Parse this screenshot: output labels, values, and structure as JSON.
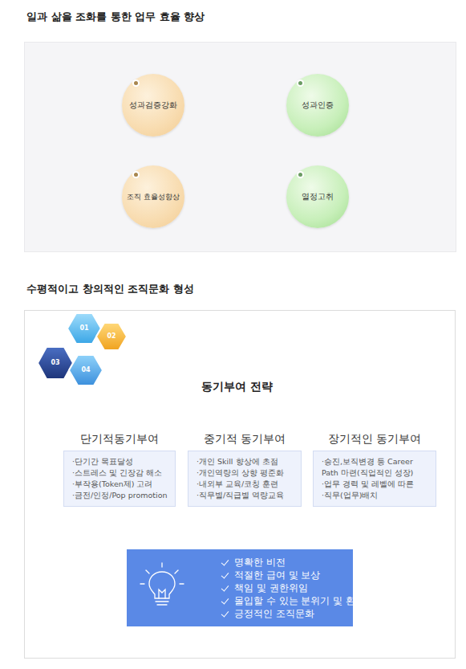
{
  "diagram": {
    "title": "일과 삶을 조화를 통한 업무 효율 향상",
    "nodes": [
      {
        "text": [
          "성과검증강화"
        ]
      },
      {
        "text": [
          "성과인증"
        ]
      },
      {
        "text": [
          "조직 효율성향상"
        ]
      },
      {
        "text": [
          "열정고취"
        ]
      },
      {
        "text": [
          "동기부여 전략"
        ]
      },
      {
        "text": [
          "단기적동기부여",
          "·단기간 목표달성",
          "·스트레스 및 긴장감 해소",
          "·부작용(Token제) 고려",
          "·금전/인정/Pop promotion"
        ],
        "in": 4
      },
      {
        "text": [
          "중기적 동기부여",
          "·개인 Skill 향상에 초점",
          "·개인역량의 상향 평준화",
          "·내외부 교육/코칭 훈련",
          "·직무별/직급별 역량교육"
        ],
        "in": 4
      },
      {
        "text": [
          "장기적인 동기부여",
          "·승진,보직변경 등 Career Path 마련(직업적인 성장)",
          "·업무 경력 및 레벨에 따른",
          "·직무(업무)배치"
        ],
        "in": 4
      },
      {
        "text": [
          "명확한 비전",
          "적절한 급여 및 보상",
          "책임 및 권한위임",
          "몰입할 수 있는 분위기 및 환경",
          "긍정적인 조직문화"
        ],
        "in": 4
      }
    ],
    "edges": [
      {
        "from": 0,
        "to": 1,
        "arrow": "none"
      },
      {
        "from": 0,
        "to": 2,
        "arrow": "none"
      },
      {
        "from": 1,
        "to": 3,
        "arrow": "none"
      },
      {
        "from": 2,
        "to": 3,
        "arrow": "none"
      }
    ],
    "labels": [
      "수평적이고 창의적인 조직문화 형성",
      "01",
      "02",
      "03",
      "04"
    ]
  }
}
